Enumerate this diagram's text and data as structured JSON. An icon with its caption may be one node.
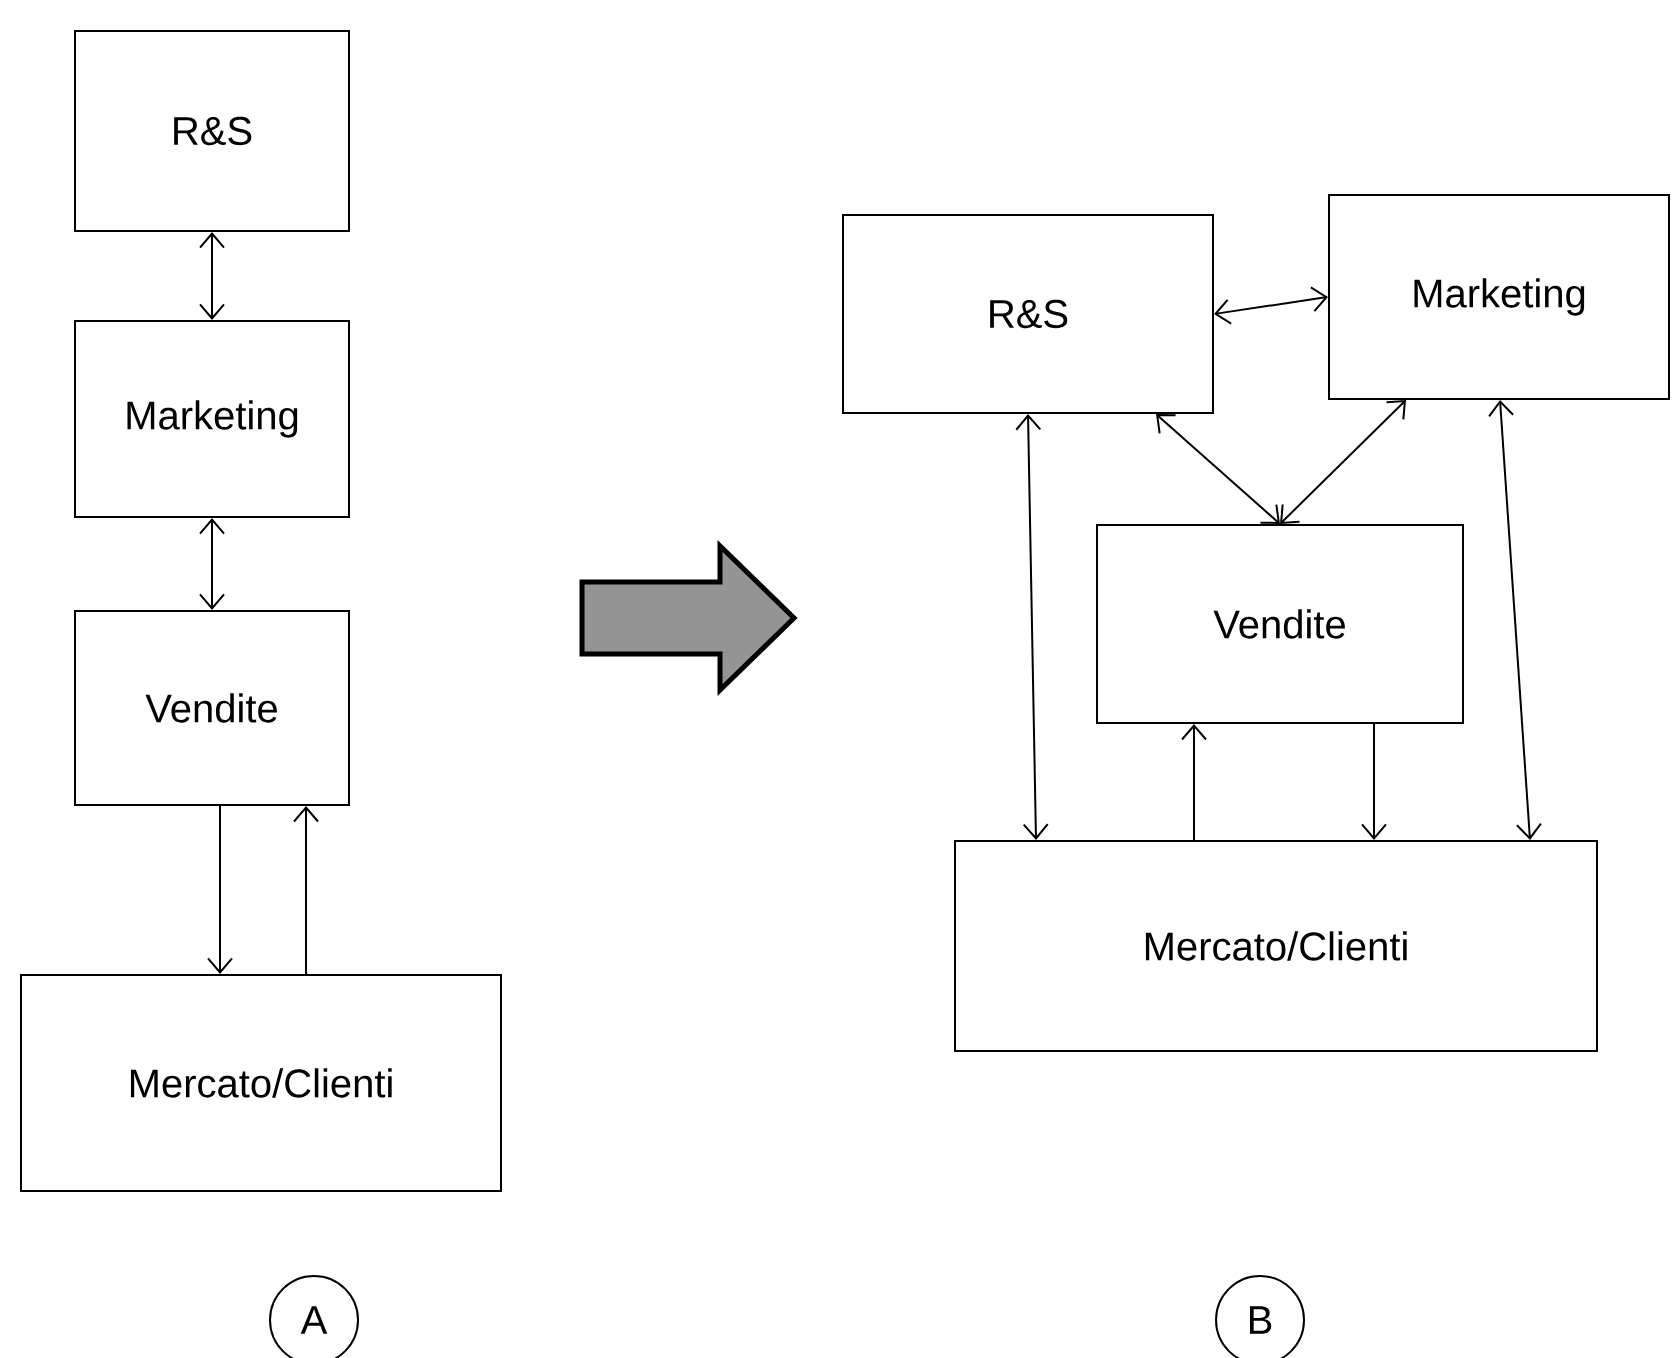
{
  "diagram": {
    "nodes": [
      {
        "text": [
          "R&S"
        ]
      },
      {
        "text": [
          "Marketing"
        ]
      },
      {
        "text": [
          "Vendite"
        ]
      },
      {
        "text": [
          "Mercato/Clienti"
        ]
      },
      {
        "text": [
          "A"
        ]
      },
      {
        "text": [
          "R&S"
        ]
      },
      {
        "text": [
          "Marketing"
        ]
      },
      {
        "text": [
          "Vendite"
        ]
      },
      {
        "text": [
          "Mercato/Clienti"
        ]
      },
      {
        "text": [
          "B"
        ]
      }
    ],
    "edges": [
      {
        "from": 0,
        "to": 1,
        "arrow": "both"
      },
      {
        "from": 1,
        "to": 2,
        "arrow": "both"
      },
      {
        "from": 2,
        "to": 3,
        "arrow": "to"
      },
      {
        "from": 3,
        "to": 2,
        "arrow": "to"
      },
      {
        "from": 5,
        "to": 6,
        "arrow": "both"
      },
      {
        "from": 5,
        "to": 7,
        "arrow": "both"
      },
      {
        "from": 6,
        "to": 7,
        "arrow": "both"
      },
      {
        "from": 5,
        "to": 8,
        "arrow": "both"
      },
      {
        "from": 6,
        "to": 8,
        "arrow": "both"
      },
      {
        "from": 8,
        "to": 7,
        "arrow": "to"
      },
      {
        "from": 7,
        "to": 8,
        "arrow": "to"
      }
    ]
  }
}
